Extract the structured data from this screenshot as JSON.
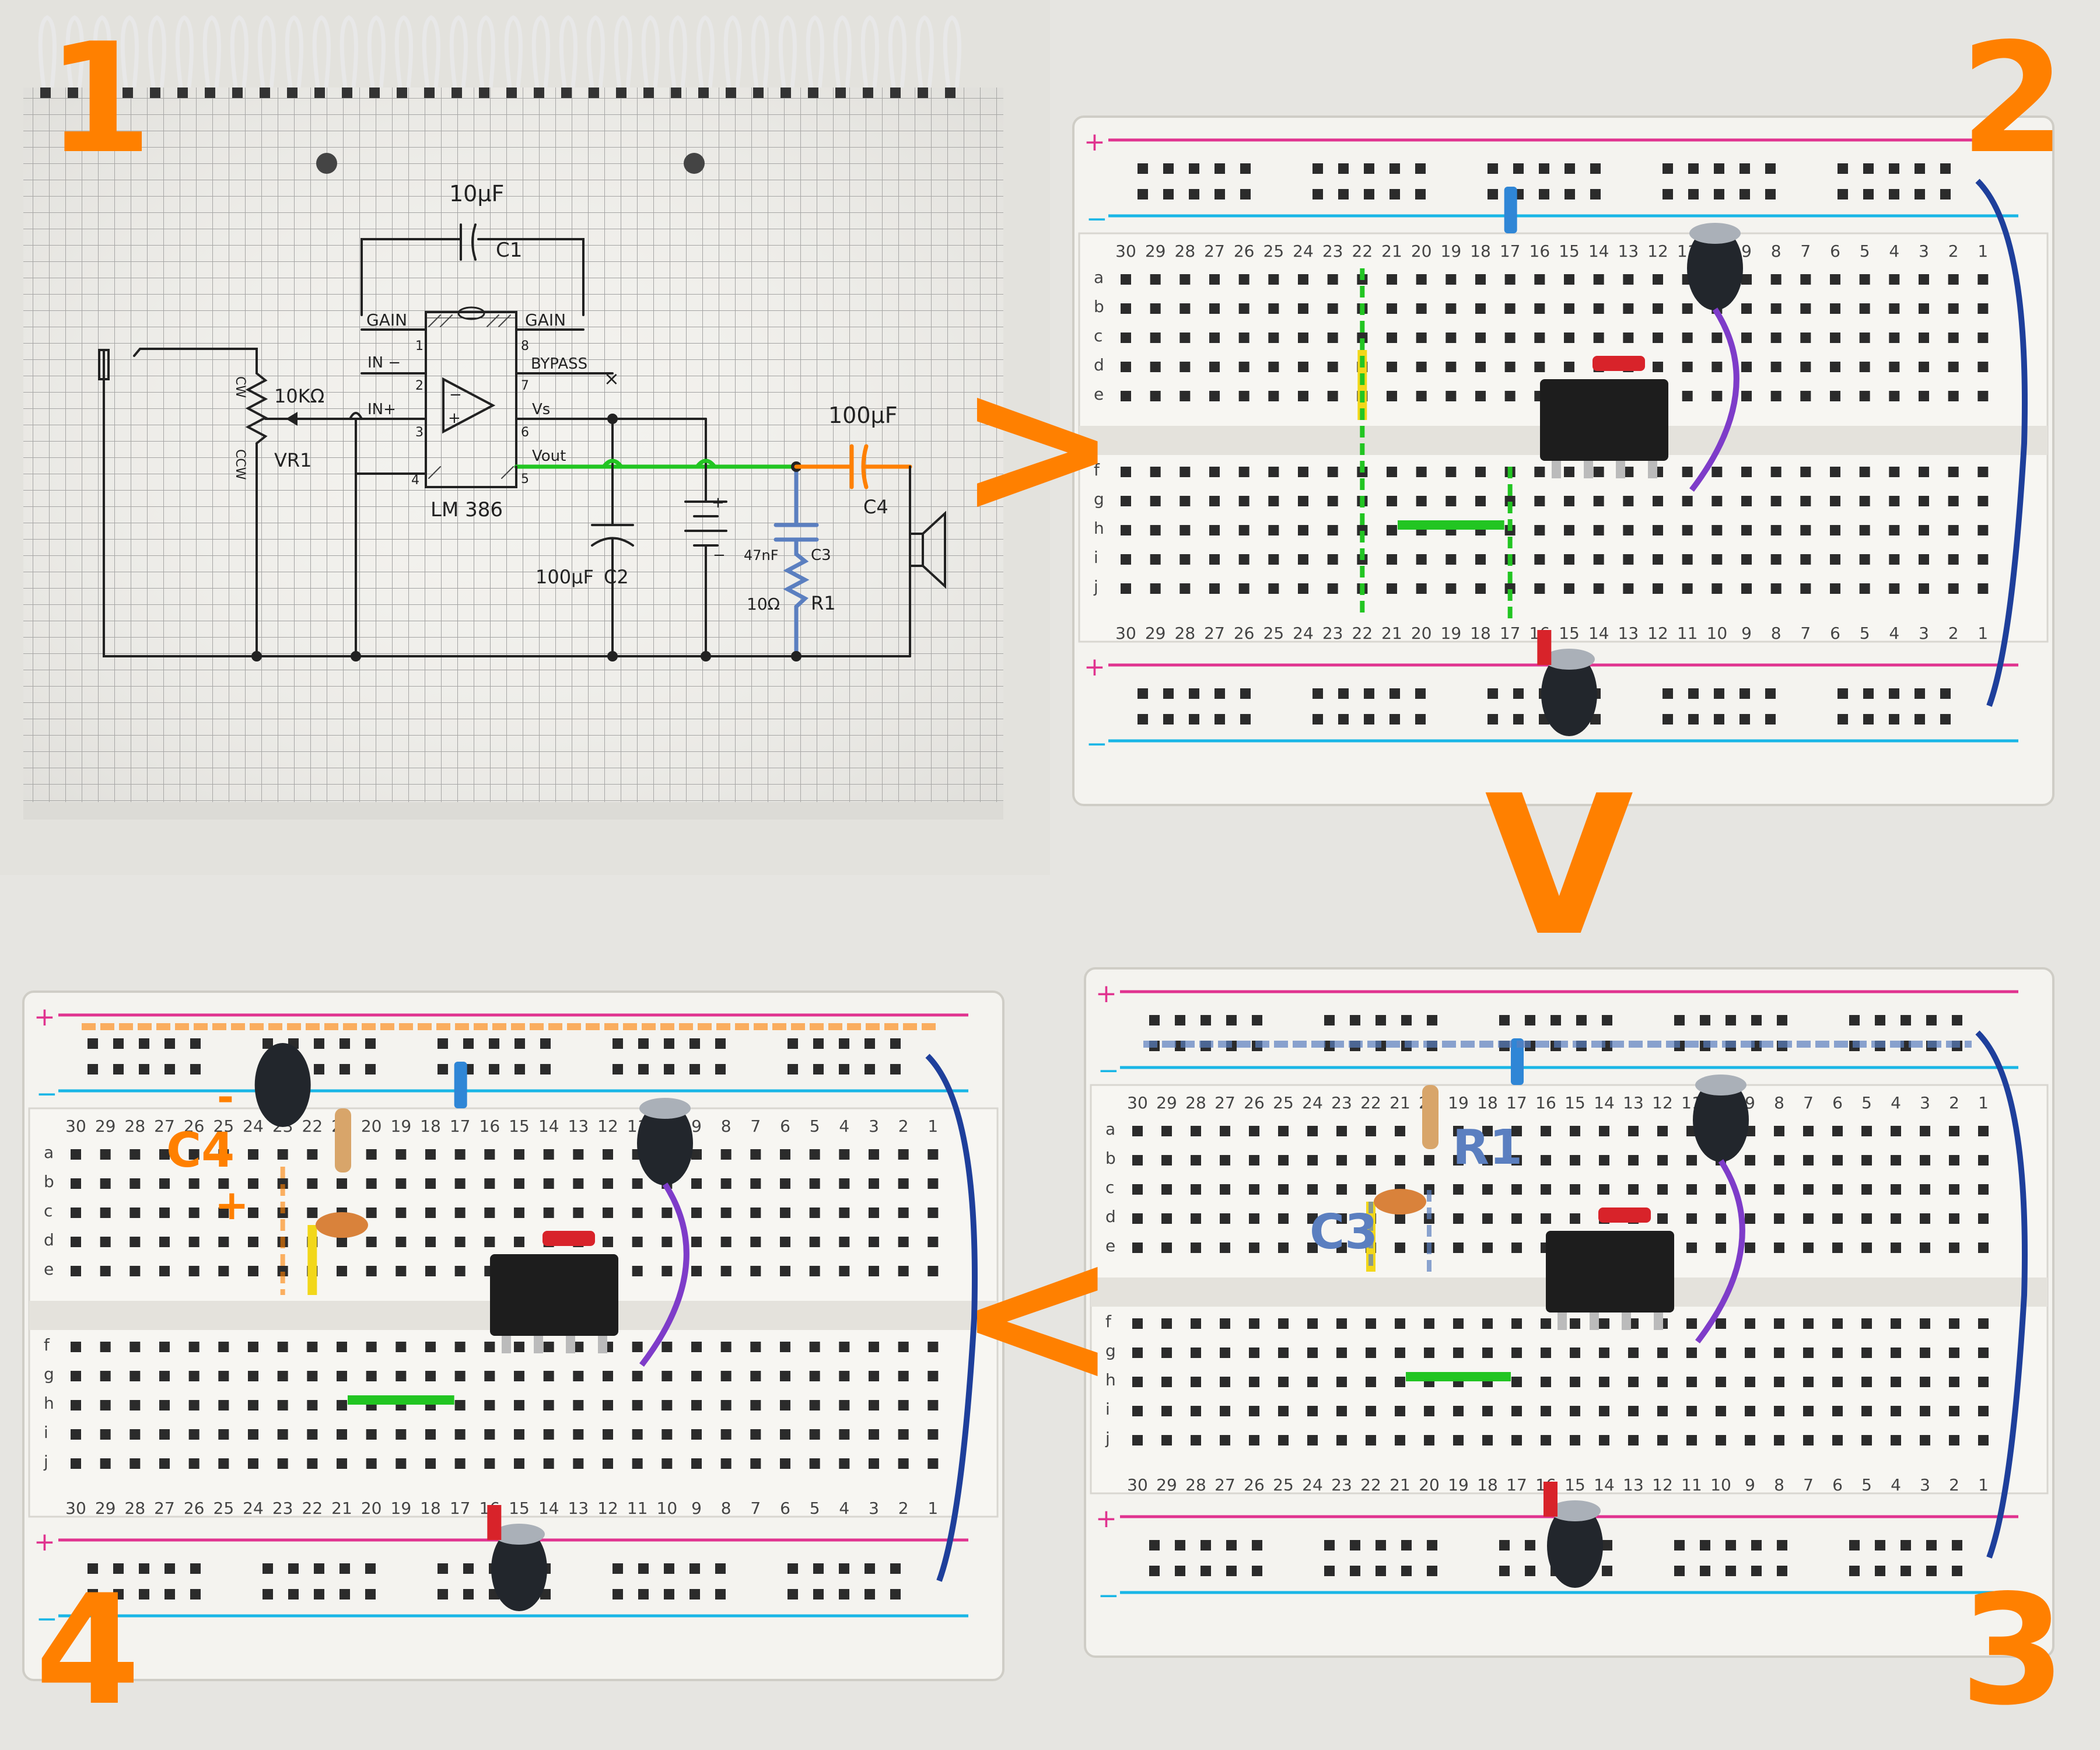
{
  "steps": [
    "1",
    "2",
    "3",
    "4"
  ],
  "arrows": {
    "right": ">",
    "down": "V",
    "left": "<"
  },
  "schematic": {
    "c1_value": "10µF",
    "c1_name": "C1",
    "gain_left": "GAIN",
    "gain_right": "GAIN",
    "pin1": "1",
    "pin8": "8",
    "pin2": "2",
    "pin7": "7",
    "pin3": "3",
    "pin6": "6",
    "pin4": "4",
    "pin5": "5",
    "in_minus": "IN −",
    "in_plus": "IN+",
    "bypass": "BYPASS",
    "vs": "Vs",
    "vout": "Vout",
    "chip": "LM 386",
    "pot_value": "10KΩ",
    "pot_name": "VR1",
    "pot_cw": "CW",
    "pot_ccw": "CCW",
    "c2_value": "100µF",
    "c2_name": "C2",
    "c3_value": "47nF",
    "c3_name": "C3",
    "r1_value": "10Ω",
    "r1_name": "R1",
    "c4_value": "100µF",
    "c4_name": "C4",
    "batt_plus": "+",
    "batt_minus": "−"
  },
  "breadboard": {
    "rail_plus": "+",
    "rail_minus": "−",
    "columns": [
      "30",
      "29",
      "28",
      "27",
      "26",
      "25",
      "24",
      "23",
      "22",
      "21",
      "20",
      "19",
      "18",
      "17",
      "16",
      "15",
      "14",
      "13",
      "12",
      "11",
      "10",
      "9",
      "8",
      "7",
      "6",
      "5",
      "4",
      "3",
      "2",
      "1"
    ],
    "rows_top": [
      "a",
      "b",
      "c",
      "d",
      "e"
    ],
    "rows_bottom": [
      "f",
      "g",
      "h",
      "i",
      "j"
    ]
  },
  "annotations": {
    "c3": "C3",
    "r1": "R1",
    "c4": "C4",
    "c4_minus": "-",
    "c4_plus": "+"
  },
  "colors": {
    "orange": "#ff8000",
    "green": "#22c522",
    "blue": "#5b7fc0",
    "yellow": "#f2d71a",
    "pink": "#e0338f",
    "cyan": "#19b6e6",
    "purple": "#7e3cc9",
    "navy": "#1e3f9b",
    "red": "#d8232a"
  }
}
